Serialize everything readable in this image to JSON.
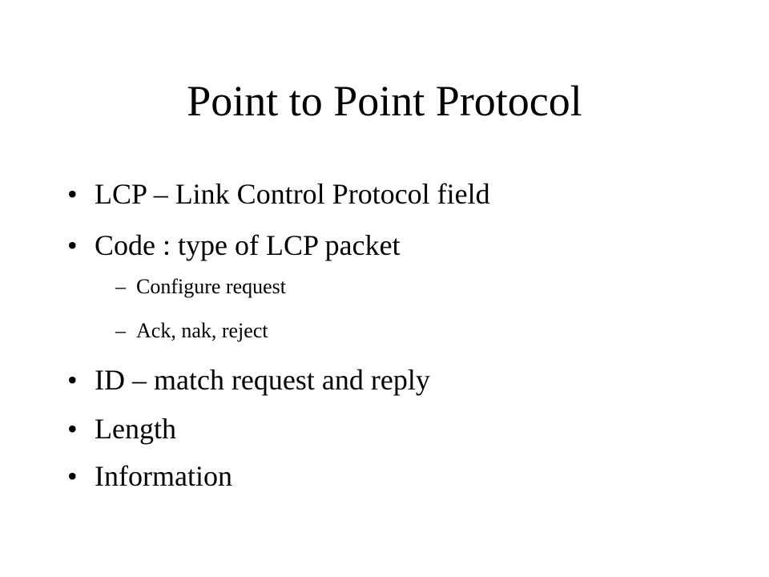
{
  "slide": {
    "title": "Point to Point Protocol",
    "bullet_symbol": "•",
    "sub_bullet_symbol": "–",
    "bullets": [
      {
        "text": "LCP – Link Control Protocol field"
      },
      {
        "text": "Code : type of LCP packet"
      },
      {
        "text": "ID – match request and reply"
      },
      {
        "text": "Length"
      },
      {
        "text": "Information"
      }
    ],
    "sub_bullets": [
      {
        "text": "Configure request"
      },
      {
        "text": "Ack, nak, reject"
      }
    ]
  }
}
